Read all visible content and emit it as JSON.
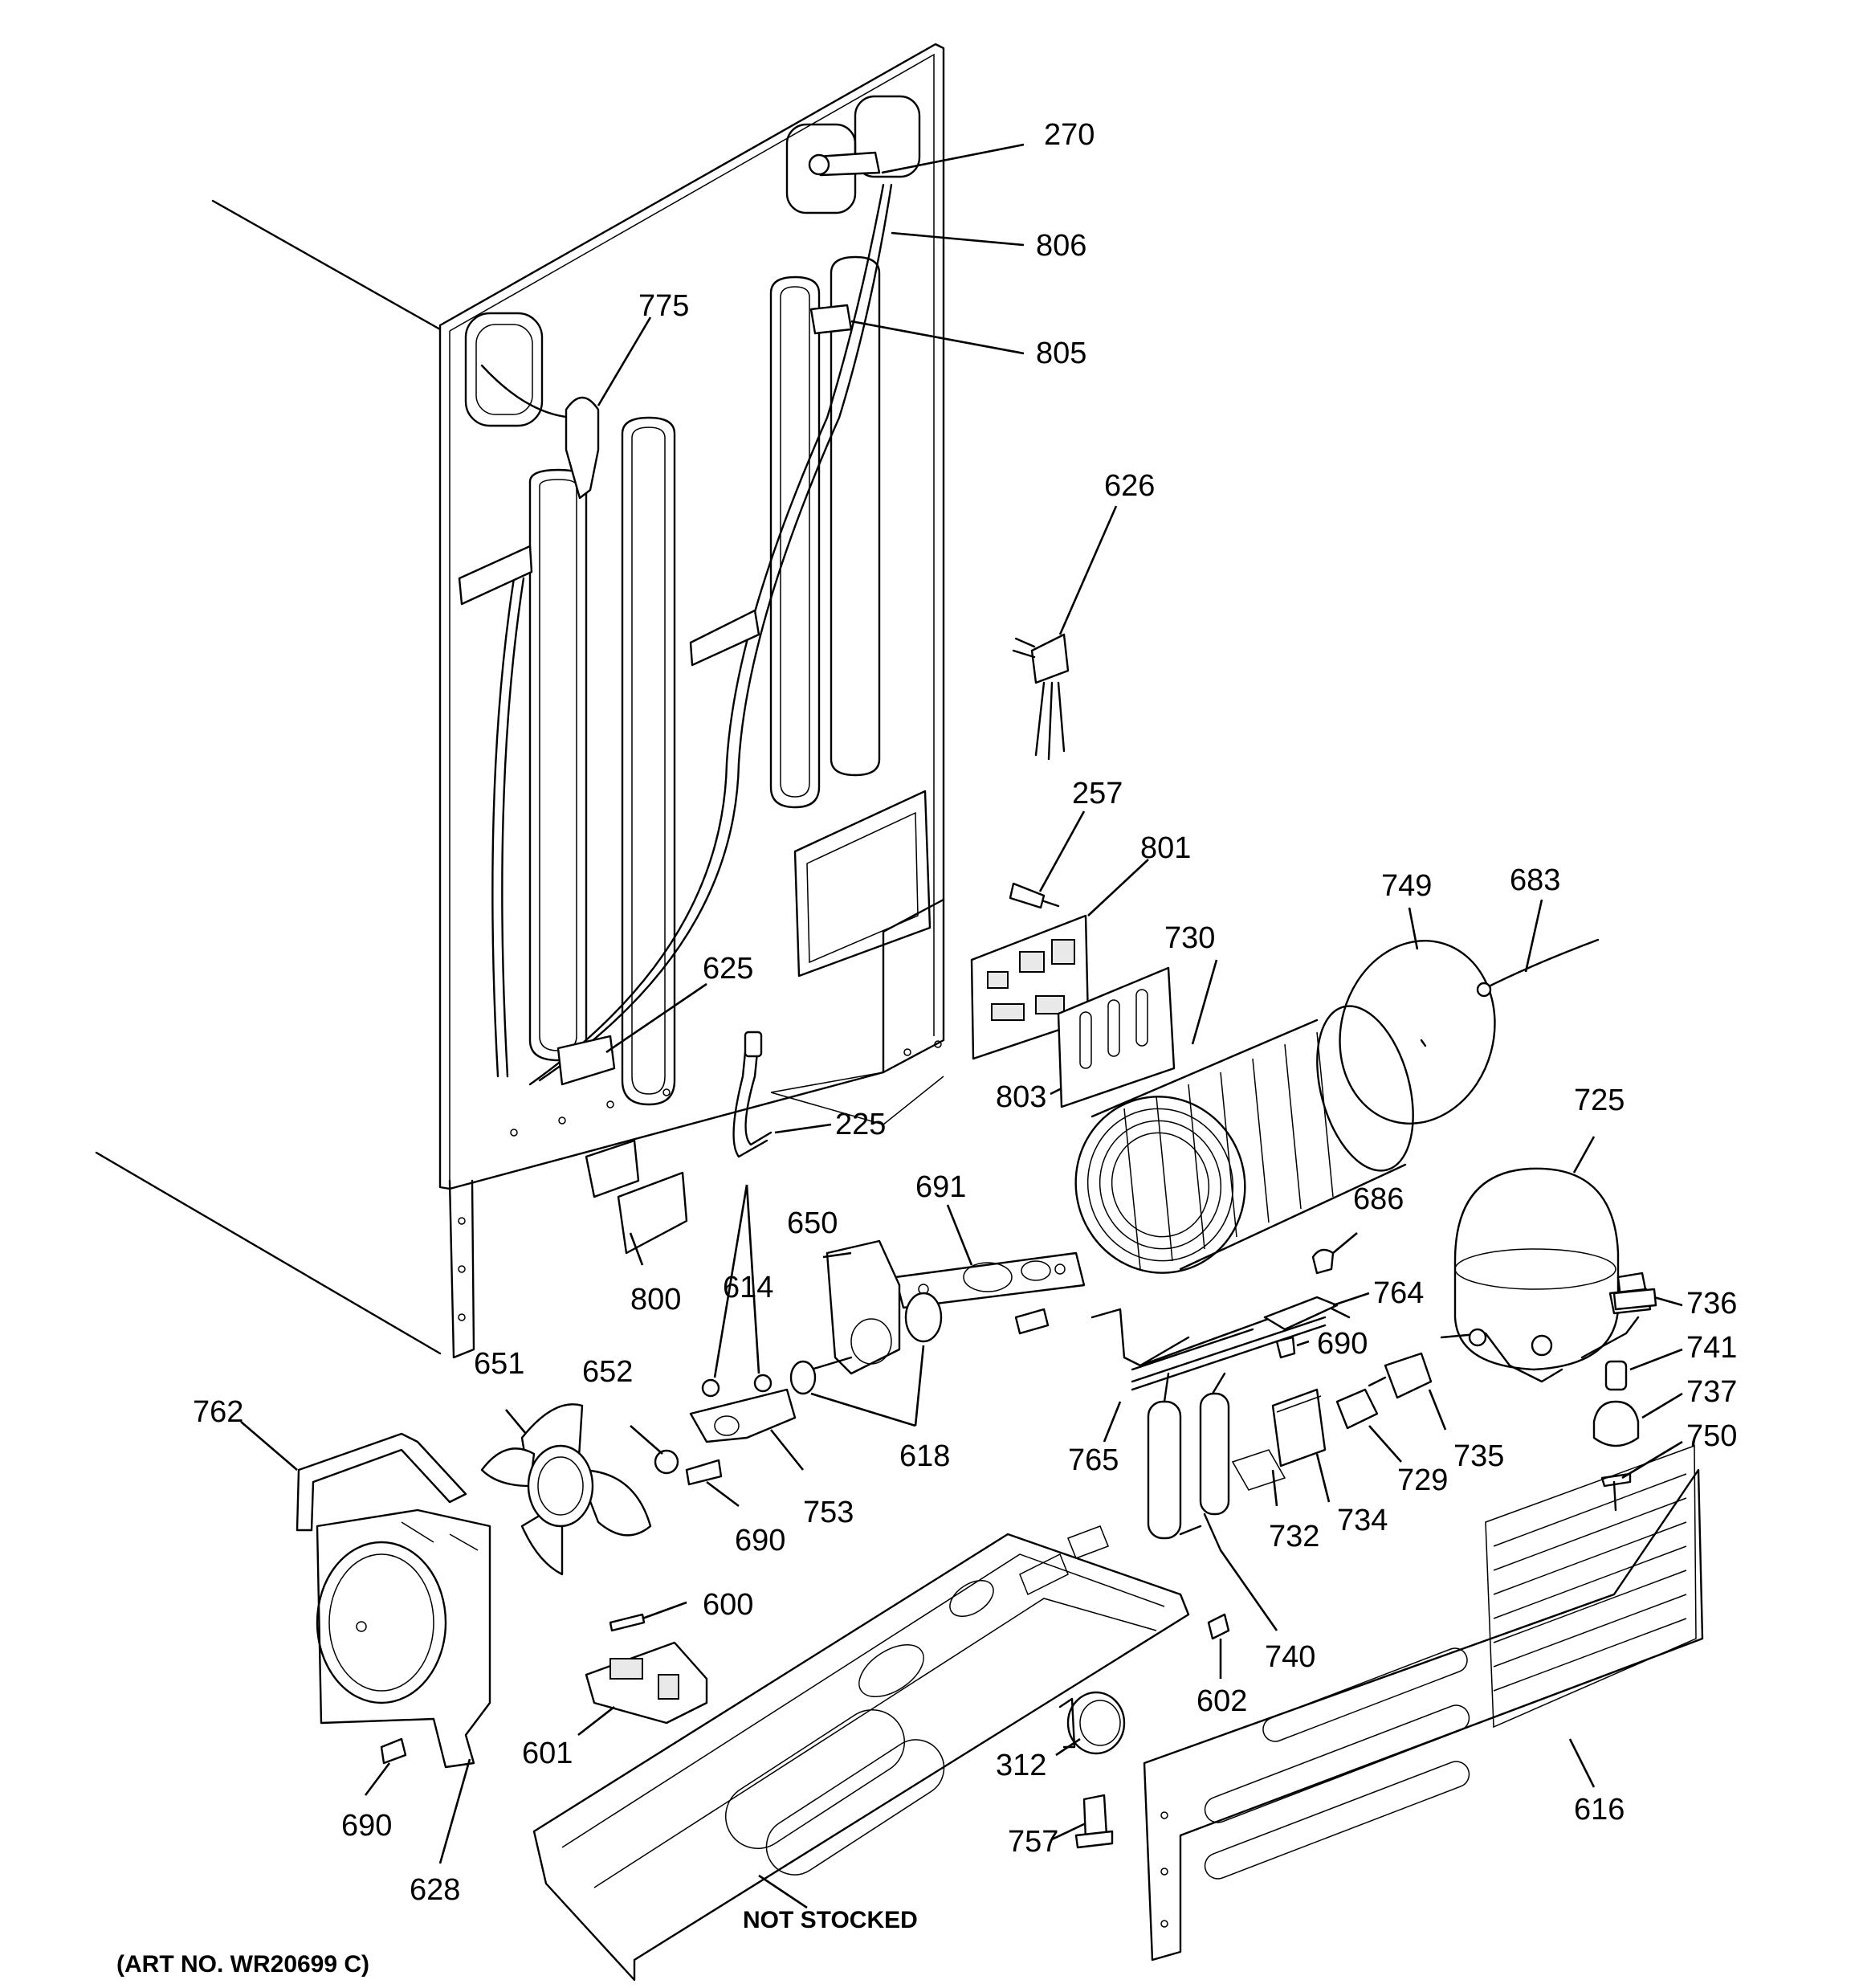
{
  "diagram": {
    "callouts": [
      "270",
      "806",
      "775",
      "805",
      "626",
      "257",
      "801",
      "625",
      "730",
      "749",
      "683",
      "803",
      "225",
      "725",
      "691",
      "686",
      "650",
      "614",
      "800",
      "764",
      "736",
      "690",
      "741",
      "651",
      "652",
      "737",
      "762",
      "765",
      "618",
      "753",
      "735",
      "729",
      "750",
      "690",
      "734",
      "732",
      "600",
      "740",
      "602",
      "601",
      "312",
      "616",
      "690",
      "628",
      "757"
    ],
    "notes": {
      "not_stocked": "NOT STOCKED",
      "art_no": "(ART NO. WR20699 C)"
    }
  }
}
